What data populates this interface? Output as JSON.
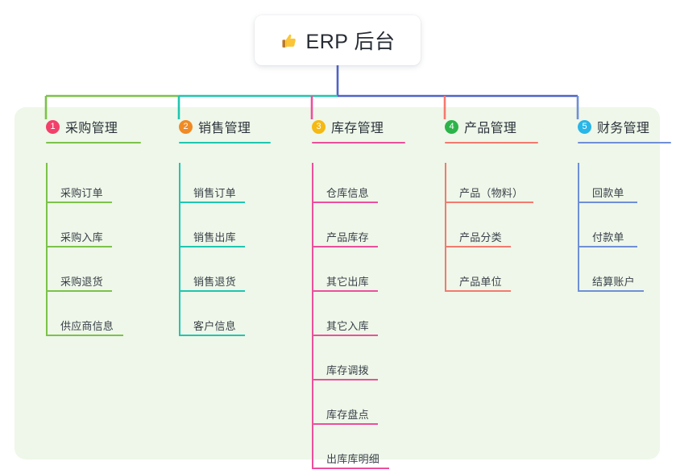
{
  "root": {
    "icon": "thumbs-up-icon",
    "title": "ERP 后台"
  },
  "palette": {
    "panel_bg": "#eef7e9",
    "page_bg": "#ffffff",
    "text": "#2d333c",
    "leaf_text": "#3a4049",
    "trunk": "#4e63c8"
  },
  "columns": [
    {
      "index": "1",
      "title": "采购管理",
      "badge_color": "#f2406a",
      "line_color": "#7cc24a",
      "head_rule_width": 118,
      "items": [
        {
          "label": "采购订单",
          "rule_width": 82
        },
        {
          "label": "采购入库",
          "rule_width": 82
        },
        {
          "label": "采购退货",
          "rule_width": 82
        },
        {
          "label": "供应商信息",
          "rule_width": 96
        }
      ]
    },
    {
      "index": "2",
      "title": "销售管理",
      "badge_color": "#f08a24",
      "line_color": "#1fc6b0",
      "head_rule_width": 114,
      "items": [
        {
          "label": "销售订单",
          "rule_width": 82
        },
        {
          "label": "销售出库",
          "rule_width": 82
        },
        {
          "label": "销售退货",
          "rule_width": 82
        },
        {
          "label": "客户信息",
          "rule_width": 82
        }
      ]
    },
    {
      "index": "3",
      "title": "库存管理",
      "badge_color": "#f5b914",
      "line_color": "#ec4f9c",
      "head_rule_width": 116,
      "items": [
        {
          "label": "仓库信息",
          "rule_width": 82
        },
        {
          "label": "产品库存",
          "rule_width": 82
        },
        {
          "label": "其它出库",
          "rule_width": 82
        },
        {
          "label": "其它入库",
          "rule_width": 82
        },
        {
          "label": "库存调拨",
          "rule_width": 82
        },
        {
          "label": "库存盘点",
          "rule_width": 82
        },
        {
          "label": "出库库明细",
          "rule_width": 96
        }
      ]
    },
    {
      "index": "4",
      "title": "产品管理",
      "badge_color": "#2cb34a",
      "line_color": "#f4796e",
      "head_rule_width": 116,
      "items": [
        {
          "label": "产品（物料）",
          "rule_width": 110
        },
        {
          "label": "产品分类",
          "rule_width": 82
        },
        {
          "label": "产品单位",
          "rule_width": 82
        }
      ]
    },
    {
      "index": "5",
      "title": "财务管理",
      "badge_color": "#29b6e8",
      "line_color": "#6f8fd6",
      "head_rule_width": 116,
      "items": [
        {
          "label": "回款单",
          "rule_width": 74
        },
        {
          "label": "付款单",
          "rule_width": 74
        },
        {
          "label": "结算账户",
          "rule_width": 82
        }
      ]
    }
  ]
}
